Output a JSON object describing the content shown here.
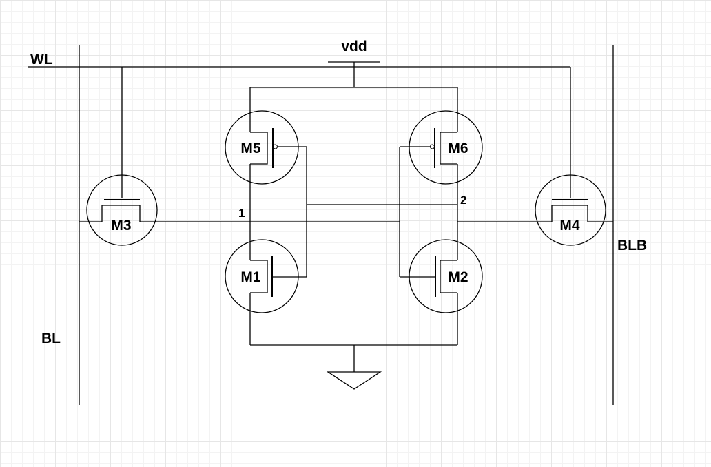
{
  "labels": {
    "wl": "WL",
    "vdd": "vdd",
    "bl": "BL",
    "blb": "BLB",
    "node1": "1",
    "node2": "2"
  },
  "transistors": {
    "m1": "M1",
    "m2": "M2",
    "m3": "M3",
    "m4": "M4",
    "m5": "M5",
    "m6": "M6"
  },
  "colors": {
    "wire": "#000000",
    "background": "#ffffff",
    "grid": "#e6e6e6"
  }
}
